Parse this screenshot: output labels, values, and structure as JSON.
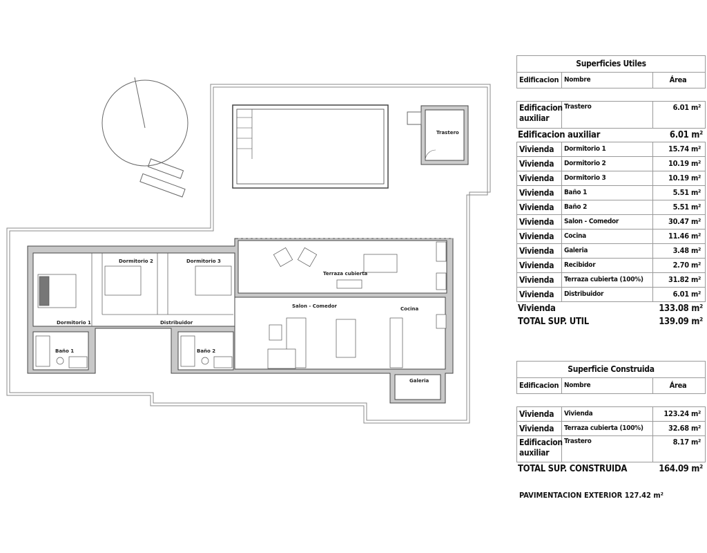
{
  "plan": {
    "rooms": {
      "trastero": "Trastero",
      "dorm1": "Dormitorio 1",
      "dorm2": "Dormitorio 2",
      "dorm3": "Dormitorio 3",
      "distribuidor": "Distribuidor",
      "bano1": "Baño 1",
      "bano2": "Baño 2",
      "terraza": "Terraza cubierta",
      "salon": "Salon - Comedor",
      "cocina": "Cocina",
      "galeria": "Galeria"
    }
  },
  "utiles": {
    "title": "Superficies Utiles",
    "headers": [
      "Edificacion",
      "Nombre",
      "Área"
    ],
    "aux_row": {
      "edif": "Edificacion auxiliar",
      "nombre": "Trastero",
      "area": "6.01 m²"
    },
    "aux_total": {
      "label": "Edificacion auxiliar",
      "area": "6.01 m²"
    },
    "rows": [
      {
        "edif": "Vivienda",
        "nombre": "Dormitorio 1",
        "area": "15.74 m²"
      },
      {
        "edif": "Vivienda",
        "nombre": "Dormitorio 2",
        "area": "10.19 m²"
      },
      {
        "edif": "Vivienda",
        "nombre": "Dormitorio 3",
        "area": "10.19 m²"
      },
      {
        "edif": "Vivienda",
        "nombre": "Baño 1",
        "area": "5.51 m²"
      },
      {
        "edif": "Vivienda",
        "nombre": "Baño 2",
        "area": "5.51 m²"
      },
      {
        "edif": "Vivienda",
        "nombre": "Salon - Comedor",
        "area": "30.47 m²"
      },
      {
        "edif": "Vivienda",
        "nombre": "Cocina",
        "area": "11.46 m²"
      },
      {
        "edif": "Vivienda",
        "nombre": "Galeria",
        "area": "3.48 m²"
      },
      {
        "edif": "Vivienda",
        "nombre": "Recibidor",
        "area": "2.70 m²"
      },
      {
        "edif": "Vivienda",
        "nombre": "Terraza cubierta (100%)",
        "area": "31.82 m²"
      },
      {
        "edif": "Vivienda",
        "nombre": "Distribuidor",
        "area": "6.01 m²"
      }
    ],
    "vivienda_total": {
      "label": "Vivienda",
      "area": "133.08 m²"
    },
    "total": {
      "label": "TOTAL SUP. UTIL",
      "area": "139.09 m²"
    }
  },
  "construida": {
    "title": "Superficie Construida",
    "headers": [
      "Edificacion",
      "Nombre",
      "Área"
    ],
    "rows": [
      {
        "edif": "Vivienda",
        "nombre": "Vivienda",
        "area": "123.24 m²"
      },
      {
        "edif": "Vivienda",
        "nombre": "Terraza cubierta (100%)",
        "area": "32.68 m²"
      },
      {
        "edif": "Edificacion auxiliar",
        "nombre": "Trastero",
        "area": "8.17 m²"
      }
    ],
    "total": {
      "label": "TOTAL SUP. CONSTRUIDA",
      "area": "164.09 m²"
    }
  },
  "pavimentacion": "PAVIMENTACION EXTERIOR 127.42 m²"
}
